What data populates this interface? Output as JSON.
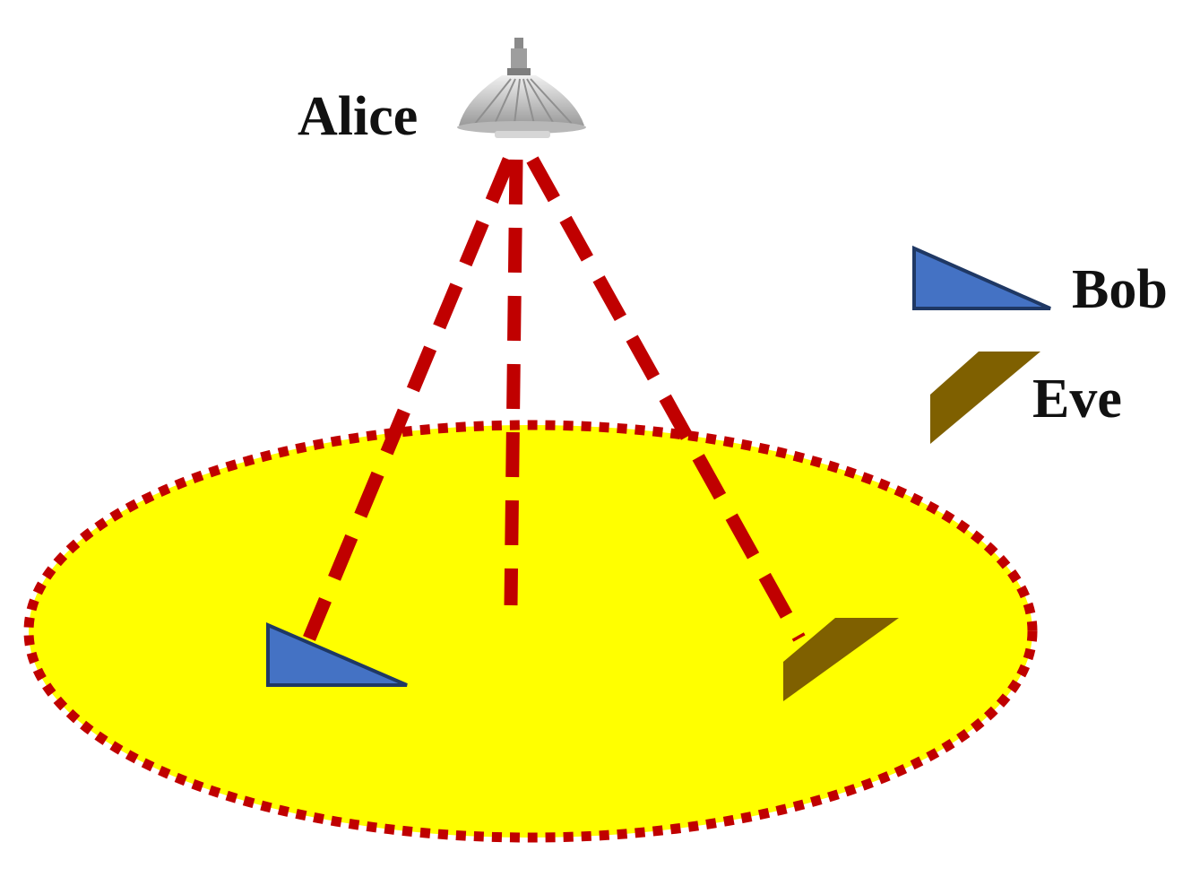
{
  "labels": {
    "transmitter": "Alice",
    "legit_receiver": "Bob",
    "eavesdropper": "Eve"
  },
  "icons": {
    "transmitter": "ceiling-lamp-icon",
    "legit_receiver": "blue-triangle-icon",
    "eavesdropper": "brown-parallelogram-icon"
  },
  "colors": {
    "illumination_area": "#ffff00",
    "area_border": "#c00000",
    "beam": "#c00000",
    "bob_fill": "#4472c4",
    "bob_stroke": "#1f3864",
    "eve_fill": "#7f6000",
    "background": "#ffffff"
  }
}
